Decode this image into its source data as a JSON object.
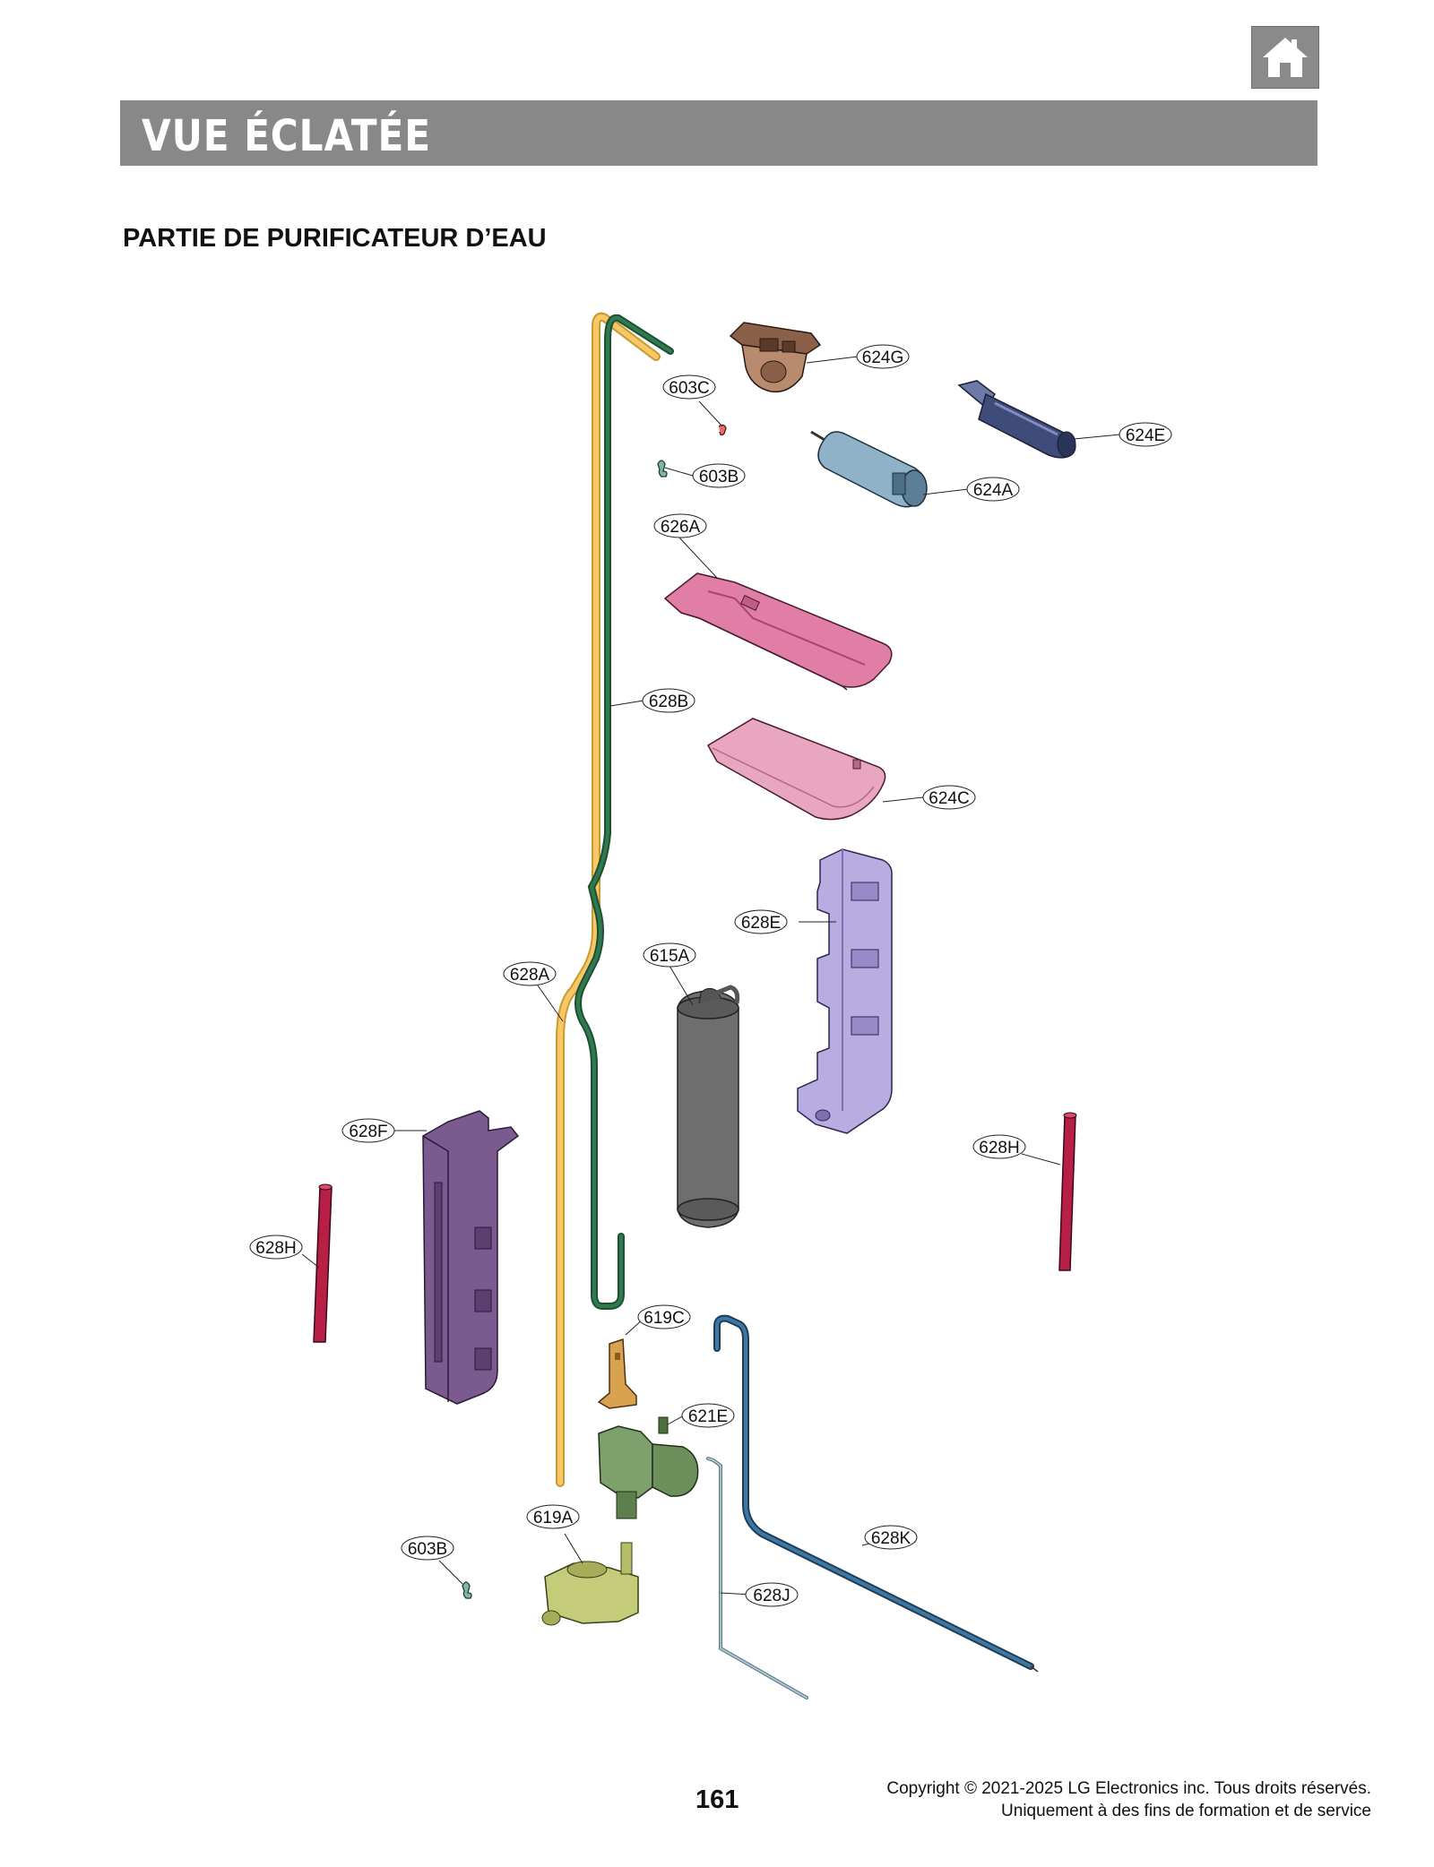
{
  "header": {
    "home_icon": "home-icon",
    "section_title": "VUE ÉCLATÉE",
    "subtitle": "PARTIE DE PURIFICATEUR D’EAU"
  },
  "diagram": {
    "callouts": {
      "624G": "624G",
      "603C": "603C",
      "624E": "624E",
      "603B_top": "603B",
      "624A": "624A",
      "626A": "626A",
      "628B": "628B",
      "624C": "624C",
      "628E": "628E",
      "615A": "615A",
      "628A": "628A",
      "628F": "628F",
      "628H_right": "628H",
      "628H_left": "628H",
      "619C": "619C",
      "621E": "621E",
      "619A": "619A",
      "628K": "628K",
      "603B_bottom": "603B",
      "628J": "628J"
    }
  },
  "footer": {
    "page_number": "161",
    "copyright_line1": "Copyright © 2021-2025 LG Electronics inc. Tous droits réservés.",
    "copyright_line2": "Uniquement à des fins de formation et de service"
  }
}
